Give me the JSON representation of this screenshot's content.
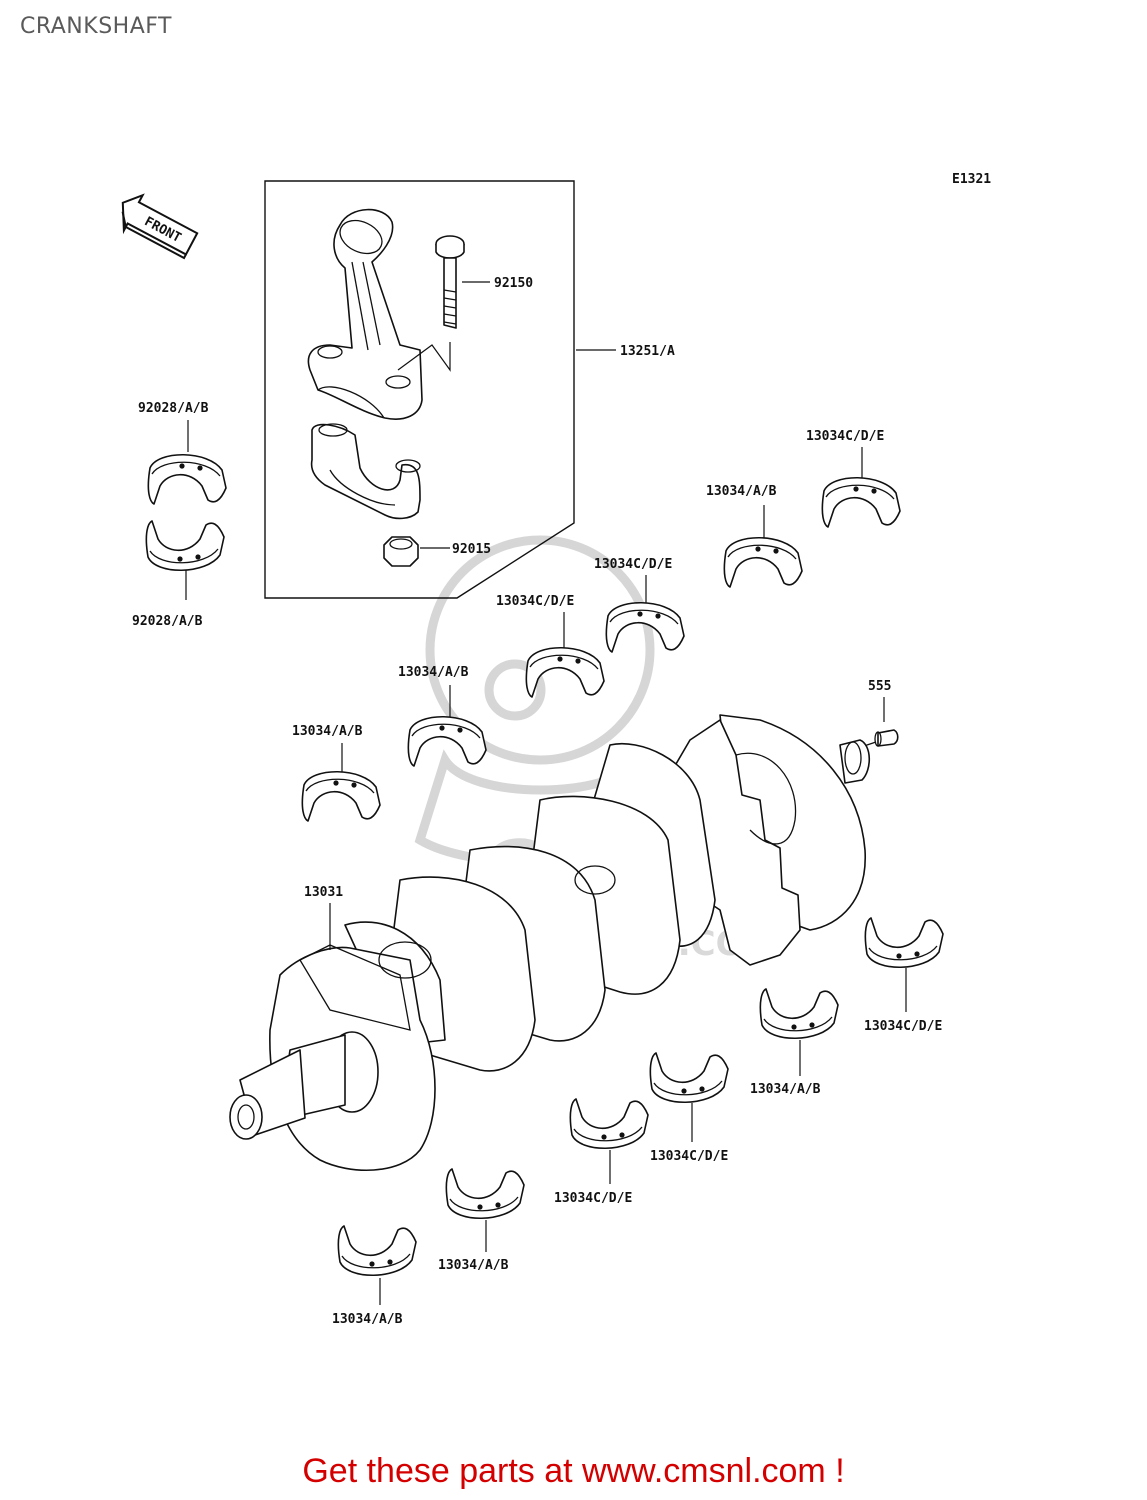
{
  "title": "CRANKSHAFT",
  "figure_code": "E1321",
  "front_label": "FRONT",
  "watermark": {
    "brand": "CMS",
    "url": "WWW.CMSNL.COM"
  },
  "callouts": {
    "bolt": "92150",
    "conrod_assembly": "13251/A",
    "nut": "92015",
    "conrod_bearing_upper": "92028/A/B",
    "conrod_bearing_lower": "92028/A/B",
    "top_main_1": "13034C/D/E",
    "top_main_2": "13034/A/B",
    "top_main_3": "13034C/D/E",
    "top_main_4": "13034C/D/E",
    "top_main_5": "13034/A/B",
    "top_main_6": "13034/A/B",
    "pin": "555",
    "crankshaft": "13031",
    "low_main_1": "13034C/D/E",
    "low_main_2": "13034/A/B",
    "low_main_3": "13034C/D/E",
    "low_main_4": "13034C/D/E",
    "low_main_5": "13034/A/B",
    "low_main_6": "13034/A/B"
  },
  "footer": "Get these parts at www.cmsnl.com !",
  "colors": {
    "footer": "#d40000",
    "title": "#5a5a5a",
    "line": "#111111",
    "watermark": "#cfcfcf"
  }
}
